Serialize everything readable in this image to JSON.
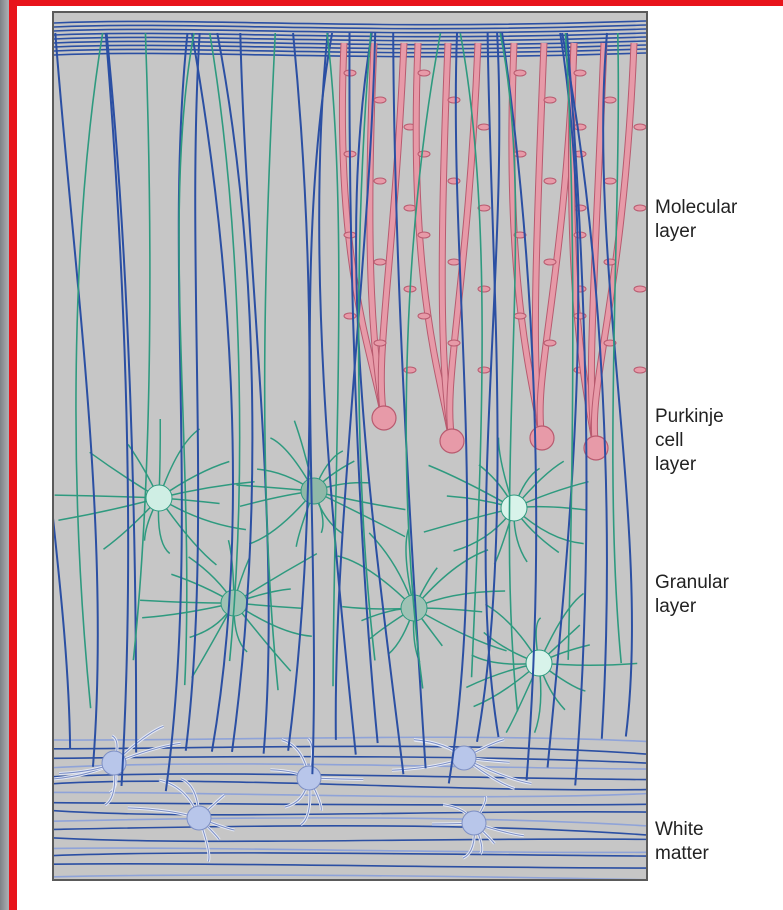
{
  "labels": {
    "molecular": "Molecular\nlayer",
    "purkinje": "Purkinje\ncell\nlayer",
    "granular": "Granular\nlayer",
    "white_matter": "White\nmatter"
  },
  "colors": {
    "frame_red": "#e8141b",
    "panel_gray": "#c6c6c6",
    "fiber_blue": "#2b4fa3",
    "granule_green": "#2e9a7f",
    "purkinje_pink": "#e79aa8",
    "white_matter_cell": "#b8c6ea"
  }
}
